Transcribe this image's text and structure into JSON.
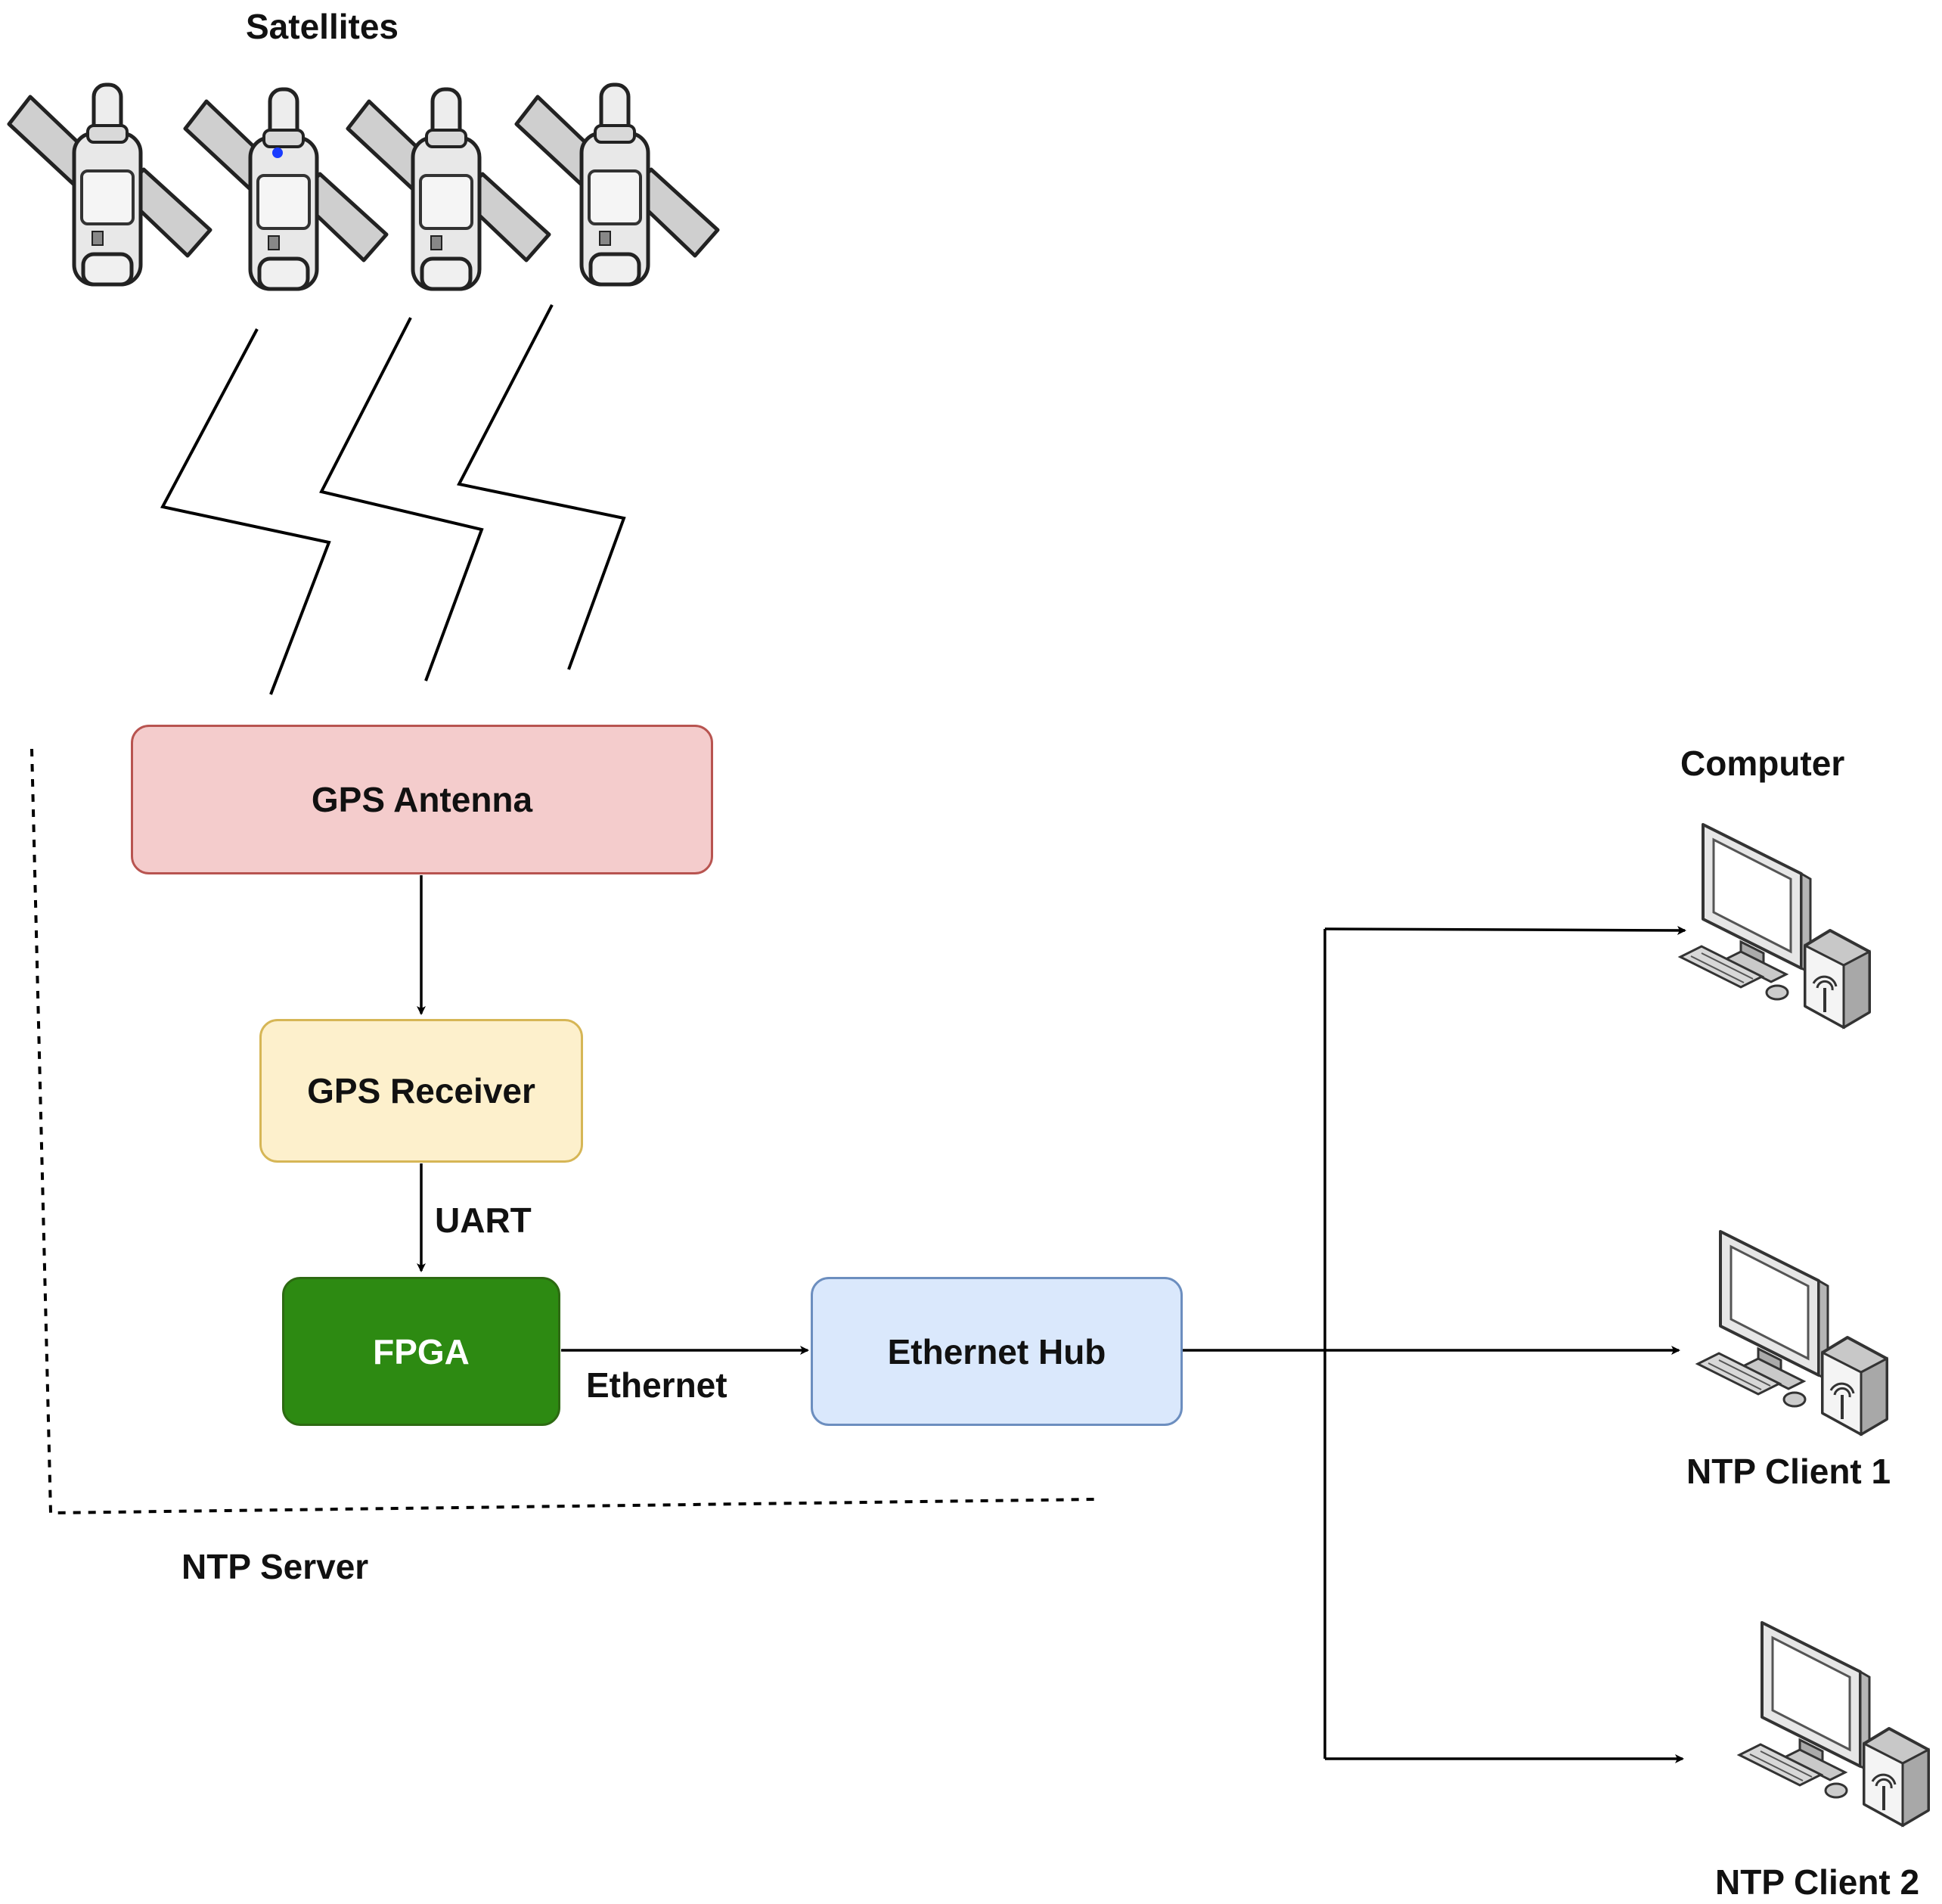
{
  "labels": {
    "satellites": "Satellites",
    "ntp_server": "NTP Server",
    "uart": "UART",
    "ethernet": "Ethernet",
    "computer": "Computer",
    "ntp_client_1": "NTP Client 1",
    "ntp_client_2": "NTP Client 2"
  },
  "nodes": {
    "gps_antenna": {
      "label": "GPS Antenna",
      "fill": "#f4cccc",
      "stroke": "#b85450"
    },
    "gps_receiver": {
      "label": "GPS Receiver",
      "fill": "#fdf0cc",
      "stroke": "#d6b656"
    },
    "fpga": {
      "label": "FPGA",
      "fill": "#2d8a12",
      "stroke": "#2d6a12",
      "text_color": "#ffffff"
    },
    "ethernet_hub": {
      "label": "Ethernet Hub",
      "fill": "#dae8fc",
      "stroke": "#6c8ebf"
    }
  },
  "icons": {
    "satellite": "satellite-icon",
    "signal": "lightning-signal-icon",
    "computer": "desktop-computer-icon"
  }
}
